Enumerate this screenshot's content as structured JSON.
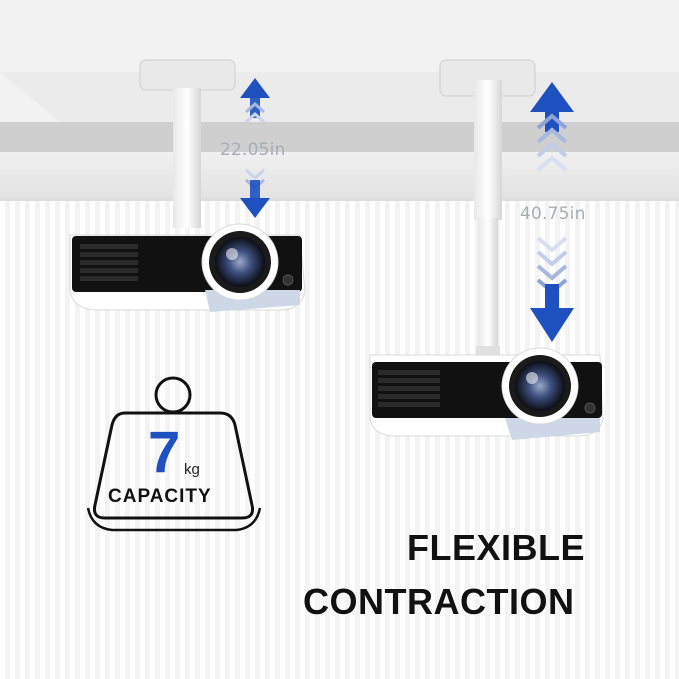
{
  "dimensions": {
    "short_height": "22.05in",
    "long_height": "40.75in"
  },
  "capacity": {
    "weight_number": "7",
    "weight_unit": "kg",
    "word": "CAPACITY"
  },
  "headline": {
    "line1": "FLEXIBLE",
    "line2": "CONTRACTION"
  },
  "colors": {
    "arrow_blue": "#1e50c0",
    "text_dark": "#111111",
    "measure_grey": "#a7adb2"
  },
  "icons": [
    "up-down-arrow-icon",
    "weight-icon"
  ]
}
